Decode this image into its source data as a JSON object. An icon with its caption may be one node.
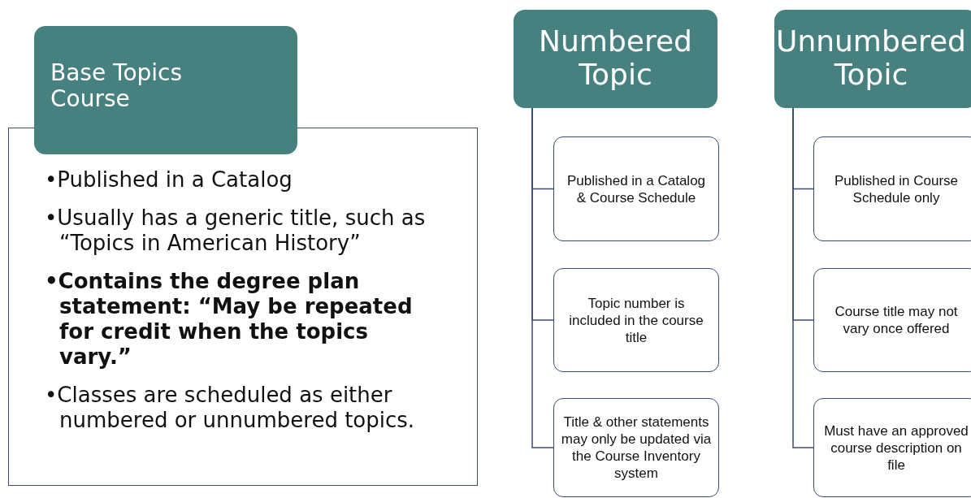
{
  "diagram": {
    "nodes": [
      {
        "text": [
          "Base Topics Course"
        ]
      },
      {
        "text": [
          "•Published in a Catalog",
          "•Usually has a generic title, such as “Topics in American History”",
          "•Contains the degree plan statement: “May be repeated for credit when the topics vary.”",
          "•Classes are scheduled as either numbered or unnumbered topics."
        ]
      },
      {
        "text": [
          "Numbered Topic"
        ]
      },
      {
        "text": [
          "Published in a Catalog & Course Schedule"
        ]
      },
      {
        "text": [
          "Topic number is included in the course title"
        ]
      },
      {
        "text": [
          "Title & other statements may only be updated via the Course Inventory system"
        ]
      },
      {
        "text": [
          "Unnumbered Topic"
        ]
      },
      {
        "text": [
          "Published in Course Schedule only"
        ]
      },
      {
        "text": [
          "Course title may not vary once offered"
        ]
      },
      {
        "text": [
          "Must have an approved course description on file"
        ]
      }
    ],
    "edges": [
      {
        "from": 2,
        "to": 3,
        "arrow": "none"
      },
      {
        "from": 2,
        "to": 4,
        "arrow": "none"
      },
      {
        "from": 2,
        "to": 5,
        "arrow": "none"
      },
      {
        "from": 6,
        "to": 7,
        "arrow": "none"
      },
      {
        "from": 6,
        "to": 8,
        "arrow": "none"
      },
      {
        "from": 6,
        "to": 9,
        "arrow": "none"
      }
    ]
  }
}
